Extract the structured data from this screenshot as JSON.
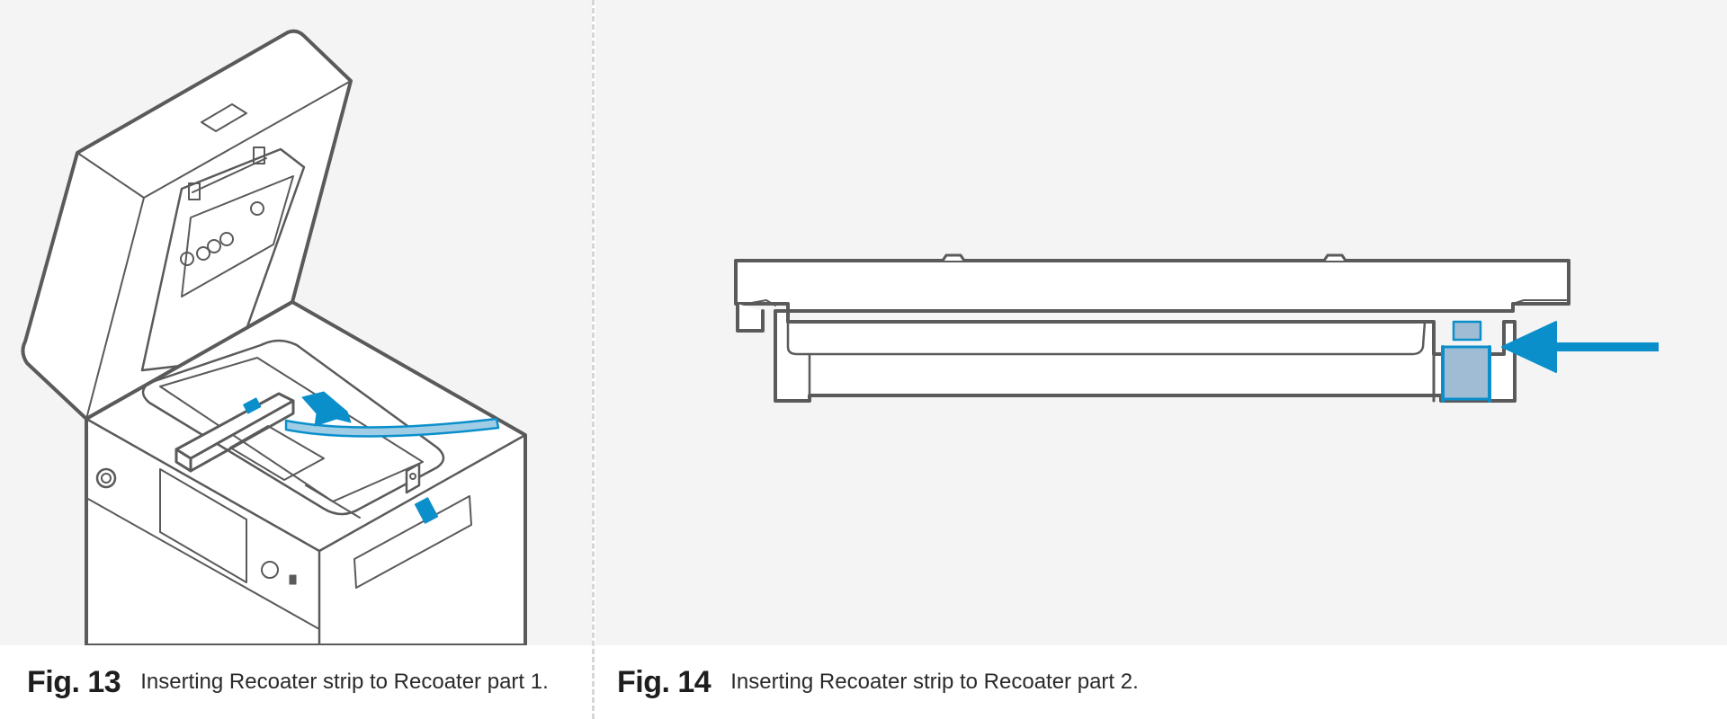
{
  "figures": [
    {
      "number": "Fig. 13",
      "caption": "Inserting Recoater strip to Recoater part 1."
    },
    {
      "number": "Fig. 14",
      "caption": "Inserting Recoater strip to Recoater part 2."
    }
  ],
  "colors": {
    "background": "#f4f4f4",
    "outline": "#5a5a5a",
    "highlight": "#0b8fcb",
    "highlight_fill": "#9fbcd4",
    "divider": "#d6d6d6"
  }
}
